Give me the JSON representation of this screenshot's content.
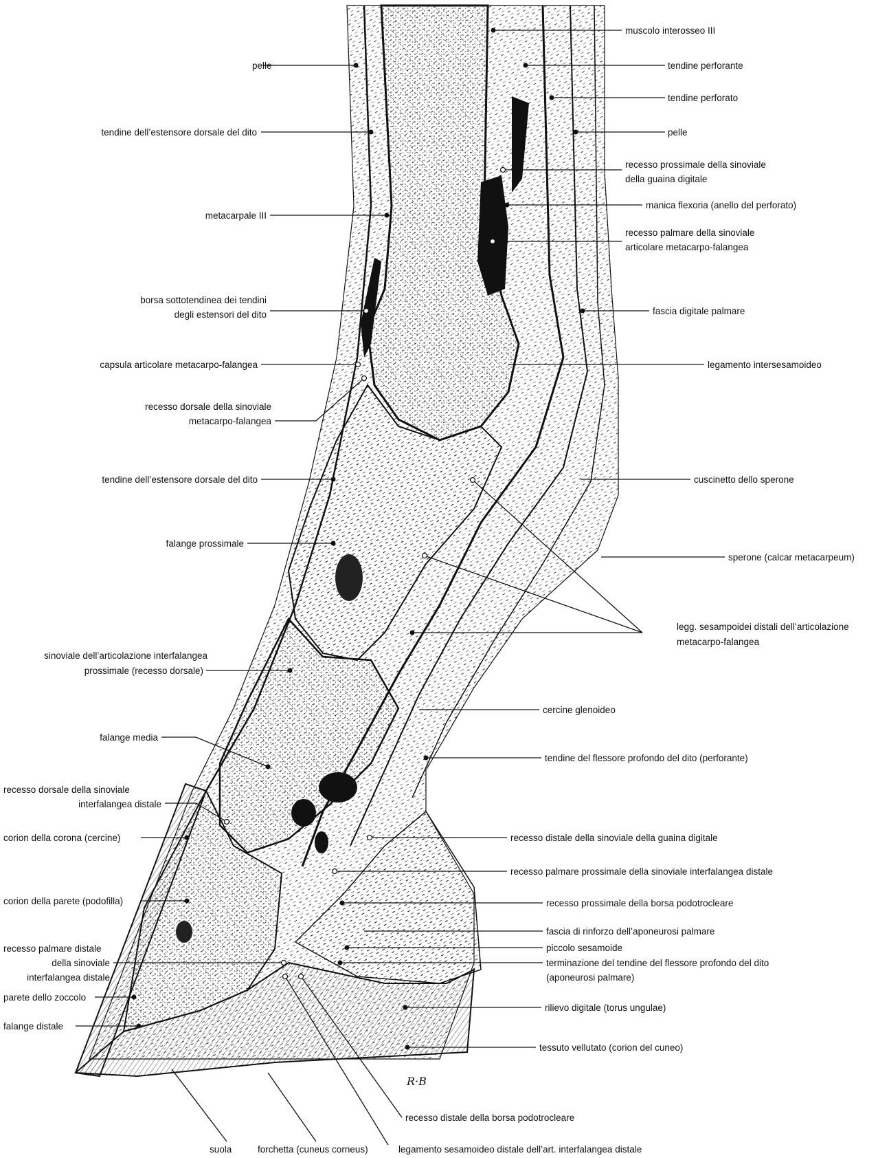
{
  "labels": {
    "muscolo_interosseo": "muscolo interosseo III",
    "pelle_left": "pelle",
    "tendine_perforante": "tendine perforante",
    "tendine_perforato": "tendine perforato",
    "pelle_right": "pelle",
    "tendine_estensore_1": "tendine dell’estensore dorsale del dito",
    "recesso_prossimale_1": "recesso prossimale della sinoviale",
    "recesso_prossimale_2": "della guaina digitale",
    "metacarpale": "metacarpale III",
    "manica_flexoria": "manica flexoria (anello del perforato)",
    "recesso_palmare_1": "recesso palmare della sinoviale",
    "recesso_palmare_2": "articolare metacarpo-falangea",
    "borsa_sottotendinea_1": "borsa sottotendinea dei tendini",
    "borsa_sottotendinea_2": "degli estensori del dito",
    "fascia_digitale": "fascia digitale palmare",
    "capsula_articolare": "capsula articolare metacarpo-falangea",
    "legamento_intersesamoideo": "legamento intersesamoideo",
    "recesso_dorsale_1": "recesso dorsale della sinoviale",
    "recesso_dorsale_2": "metacarpo-falangea",
    "tendine_estensore_2": "tendine dell’estensore dorsale del dito",
    "cuscinetto": "cuscinetto dello sperone",
    "falange_prossimale": "falange prossimale",
    "sperone": "sperone (calcar metacarpeum)",
    "legg_sesamoidei_1": "legg. sesampoidei distali dell’articolazione",
    "legg_sesamoidei_2": "metacarpo-falangea",
    "sinoviale_interfalangea_1": "sinoviale dell’articolazione interfalangea",
    "sinoviale_interfalangea_2": "prossimale (recesso dorsale)",
    "cercine_glenoideo": "cercine glenoideo",
    "falange_media": "falange media",
    "tendine_flessore": "tendine del flessore profondo del dito (perforante)",
    "recesso_dorsale_distale_1": "recesso dorsale della sinoviale",
    "recesso_dorsale_distale_2": "interfalangea distale",
    "corion_corona": "corion della corona (cercine)",
    "recesso_distale_guaina": "recesso distale della sinoviale della guaina digitale",
    "recesso_palmare_prossimale": "recesso palmare prossimale della sinoviale interfalangea distale",
    "corion_parete": "corion della parete (podofilla)",
    "recesso_prossimale_borsa": "recesso prossimale della borsa podotrocleare",
    "fascia_rinforzo": "fascia di rinforzo dell’aponeurosi palmare",
    "recesso_palmare_distale_1": "recesso palmare distale",
    "recesso_palmare_distale_2": "della sinoviale",
    "recesso_palmare_distale_3": "interfalangea distale",
    "piccolo_sesamoide": "piccolo sesamoide",
    "terminazione_tendine_1": "terminazione del tendine del flessore profondo del dito",
    "terminazione_tendine_2": "(aponeurosi palmare)",
    "parete_zoccolo": "parete dello zoccolo",
    "rilievo_digitale": "rilievo digitale (torus ungulae)",
    "falange_distale": "falange distale",
    "tessuto_vellutato": "tessuto vellutato (corion del cuneo)",
    "recesso_distale_borsa": "recesso distale della borsa podotrocleare",
    "suola": "suola",
    "forchetta": "forchetta (cuneus corneus)",
    "legamento_sesamoideo": "legamento sesamoideo distale dell’art. interfalangea distale"
  },
  "signature": "R·B",
  "colors": {
    "ink": "#111111",
    "paper": "#ffffff"
  }
}
